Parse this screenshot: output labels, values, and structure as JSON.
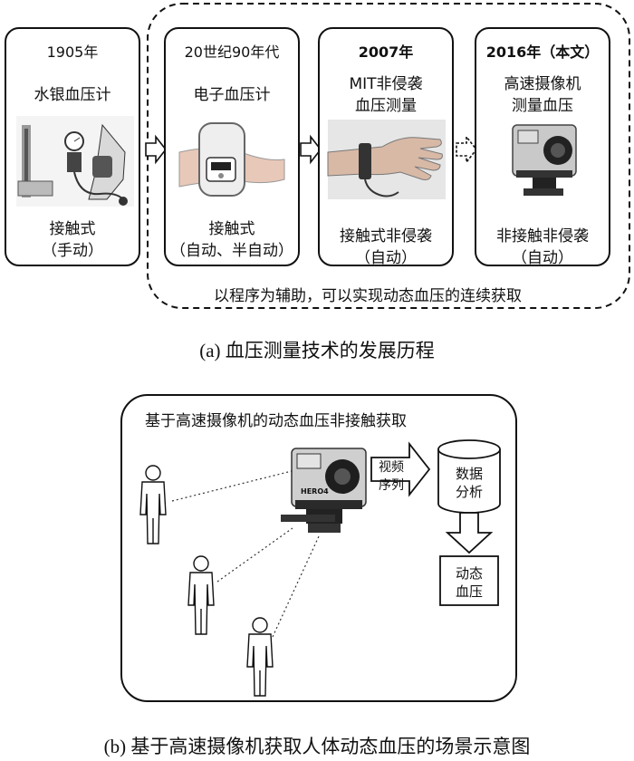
{
  "timeline": {
    "stage1": {
      "year": "1905年",
      "name": "水银血压计",
      "mode": "接触式",
      "detail": "（手动）"
    },
    "stage2": {
      "year": "20世纪90年代",
      "name": "电子血压计",
      "mode": "接触式",
      "detail": "（自动、半自动）"
    },
    "stage3": {
      "year": "2007年",
      "name_line1": "MIT非侵袭",
      "name_line2": "血压测量",
      "mode": "接触式非侵袭",
      "detail": "（自动）"
    },
    "stage4": {
      "year": "2016年（本文）",
      "name_line1": "高速摄像机",
      "name_line2": "测量血压",
      "mode": "非接触非侵袭",
      "detail": "（自动）"
    },
    "dashed_note": "以程序为辅助，可以实现动态血压的连续获取",
    "caption": "(a) 血压测量技术的发展历程"
  },
  "scene": {
    "title": "基于高速摄像机的动态血压非接触获取",
    "arrow_label_line1": "视频",
    "arrow_label_line2": "序列",
    "db_label_line1": "数据",
    "db_label_line2": "分析",
    "result_line1": "动态",
    "result_line2": "血压",
    "camera_brand": "HERO4",
    "caption": "(b) 基于高速摄像机获取人体动态血压的场景示意图"
  }
}
